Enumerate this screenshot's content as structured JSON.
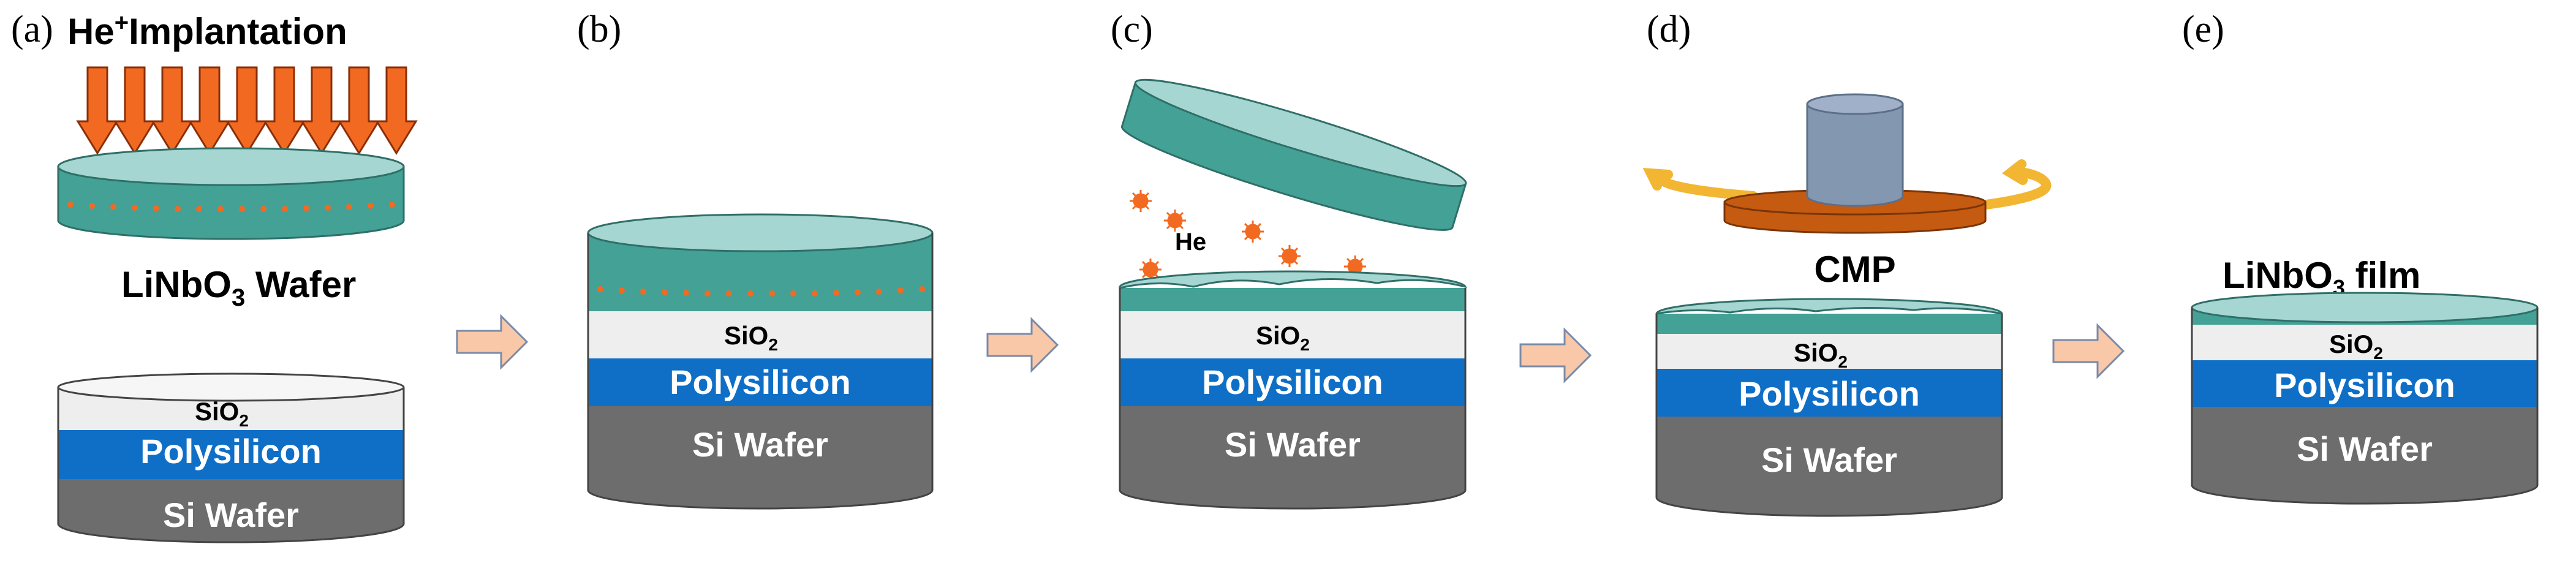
{
  "panel_labels": [
    "(a)",
    "(b)",
    "(c)",
    "(d)",
    "(e)"
  ],
  "implant_title_prefix": "He",
  "implant_title_superscript": "+",
  "implant_title_suffix": "Implantation",
  "linbo3_wafer_label_prefix": "LiNbO",
  "linbo3_wafer_label_subscript": "3",
  "linbo3_wafer_label_suffix": " Wafer",
  "linbo3_film_label_prefix": "LiNbO",
  "linbo3_film_label_subscript": "3",
  "linbo3_film_label_suffix": " film",
  "sio2_prefix": "SiO",
  "sio2_subscript": "2",
  "polysilicon": "Polysilicon",
  "si_wafer": "Si Wafer",
  "he_label": "He",
  "cmp_label": "CMP",
  "colors": {
    "linbo3_top": "#a6d6d2",
    "linbo3_side": "#43a196",
    "sio2": "#eeeeee",
    "polysilicon": "#0f6fc6",
    "si_wafer": "#6d6d6d",
    "implant_arrow": "#f26a21",
    "process_arrow": "#f9c8a8",
    "bubble": "#f26a21",
    "cmp_pad": "#c55a11",
    "cmp_head": "#8497b0",
    "rotation_arrow": "#f2b632"
  }
}
